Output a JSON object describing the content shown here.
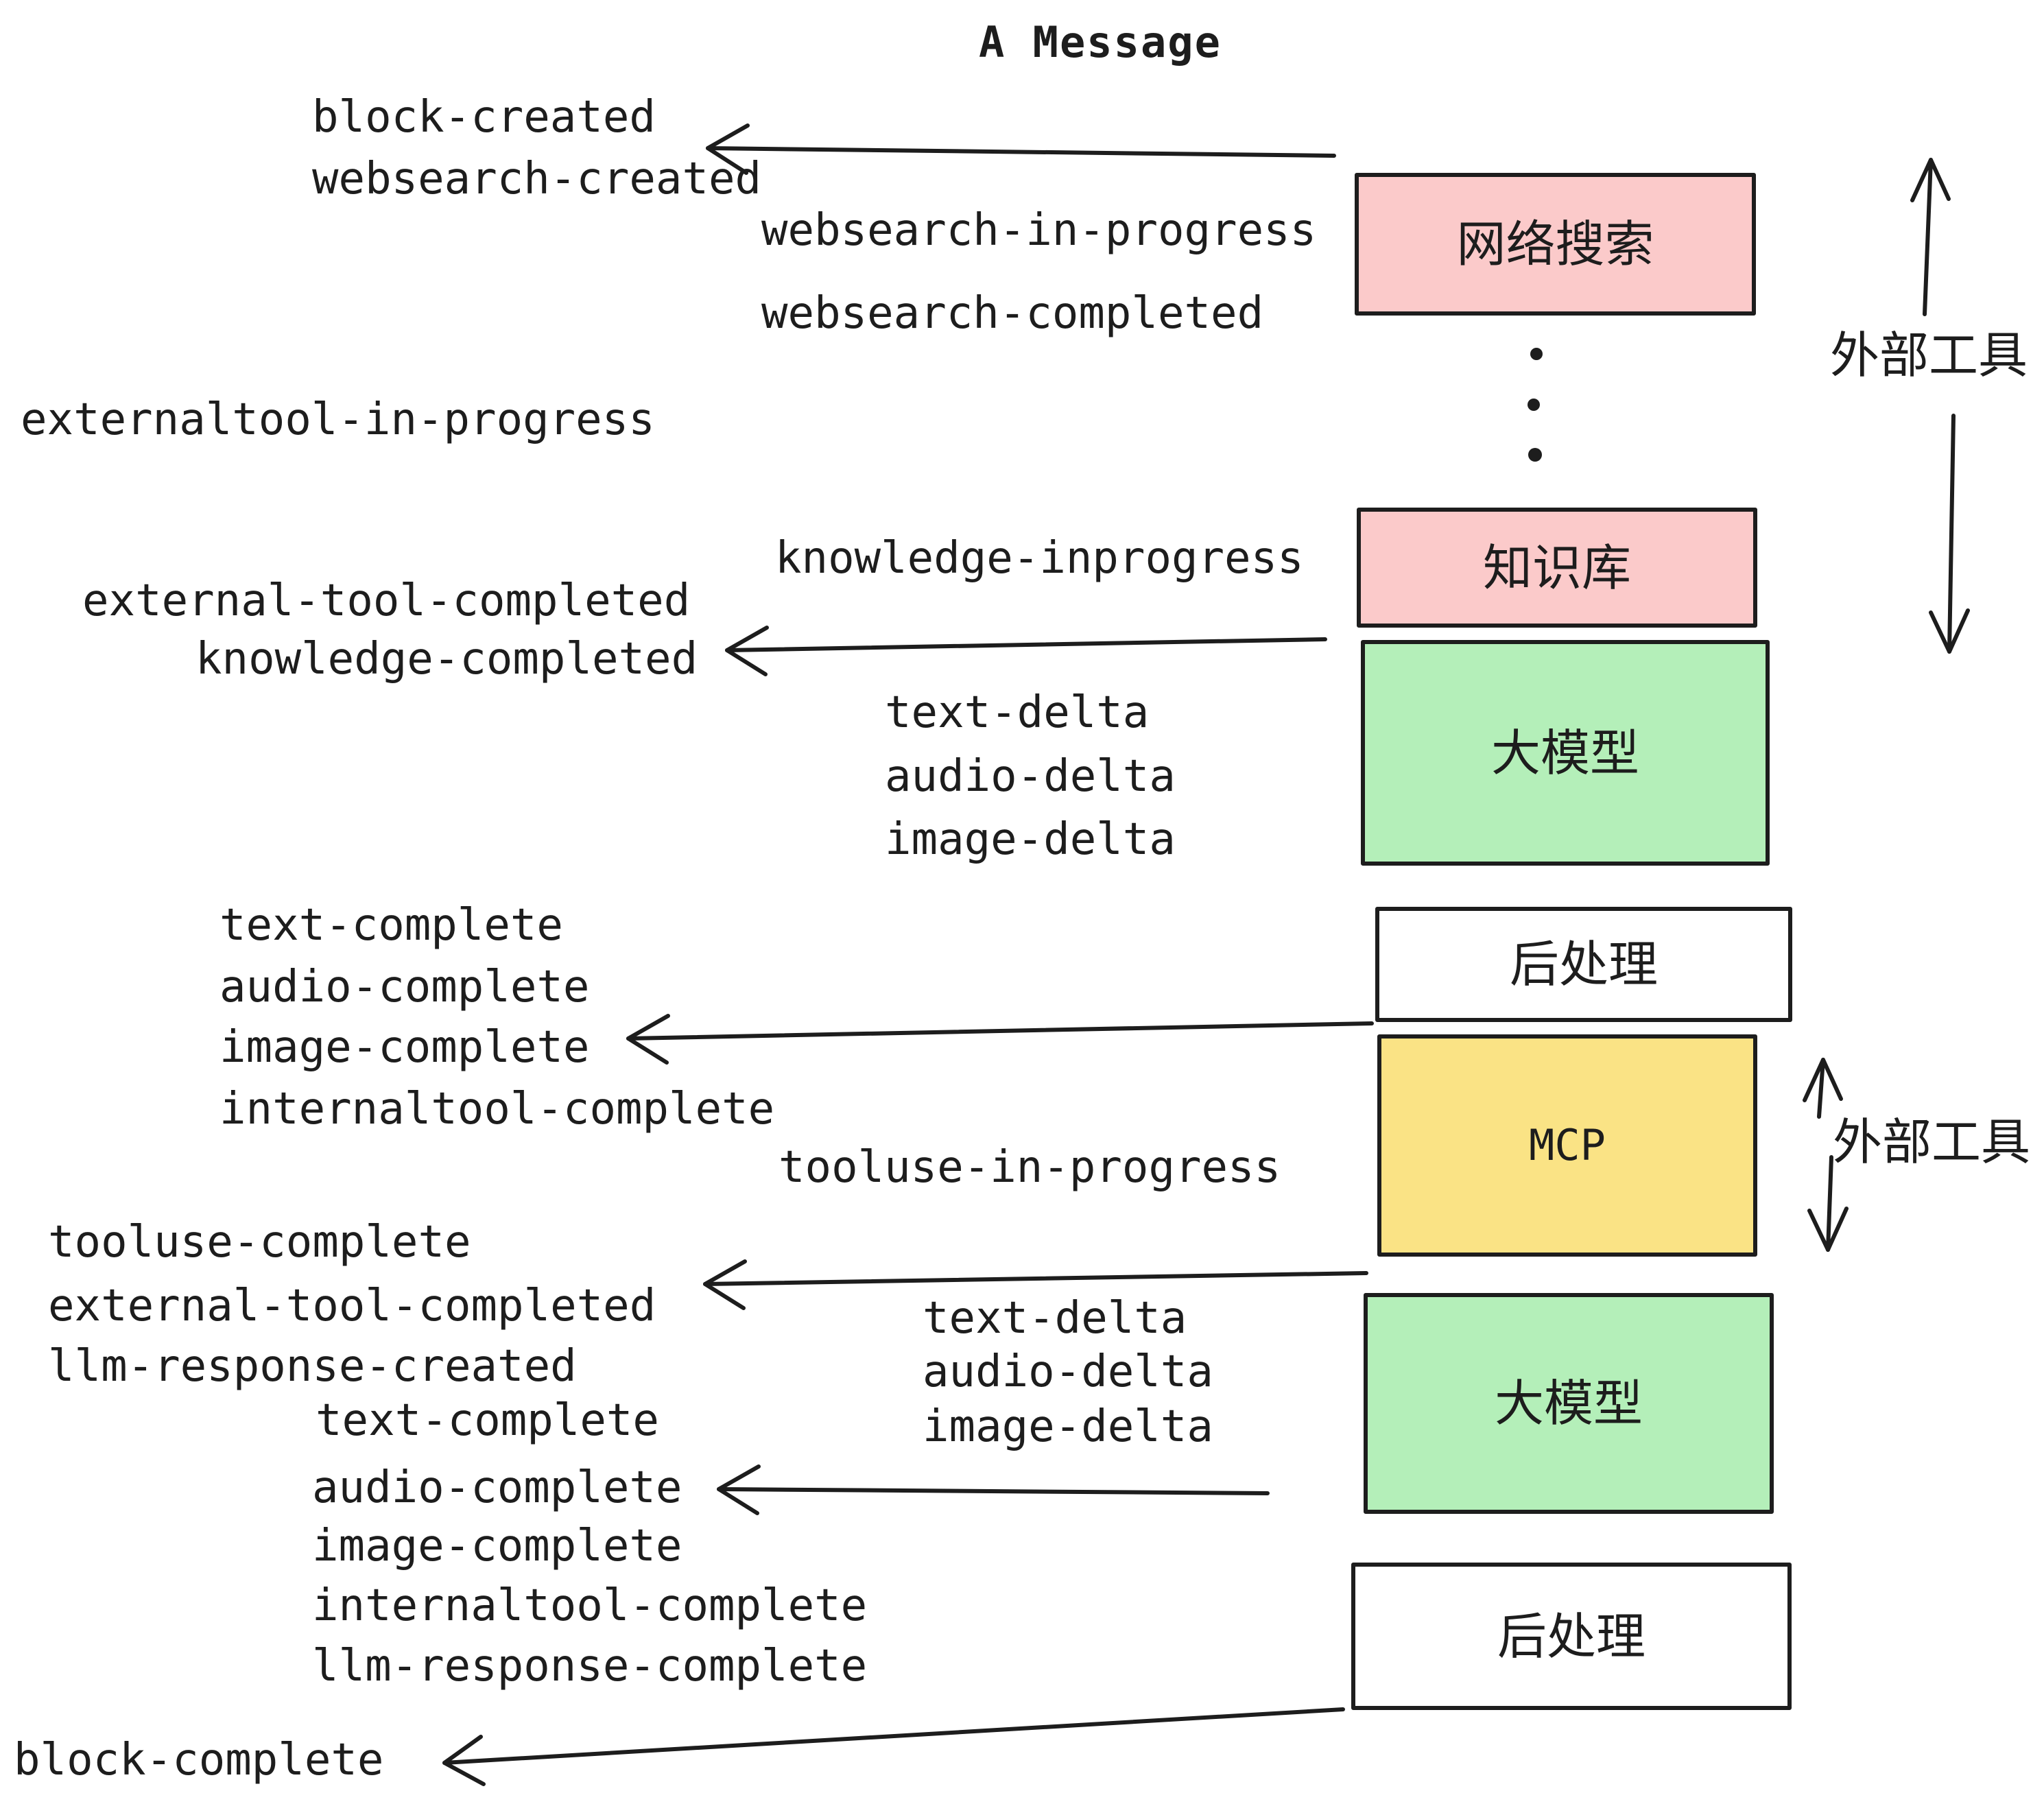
{
  "title": "A Message",
  "colors": {
    "ink": "#1d1d1d",
    "pink": "#fbcaca",
    "green": "#b4efb9",
    "yellow": "#fae385",
    "paper": "#ffffff"
  },
  "boxes": {
    "websearch": {
      "label": "网络搜索",
      "color": "pink"
    },
    "knowledge": {
      "label": "知识库",
      "color": "pink"
    },
    "llm_top": {
      "label": "大模型",
      "color": "green"
    },
    "post_top": {
      "label": "后处理",
      "color": "white"
    },
    "mcp": {
      "label": "MCP",
      "color": "yellow"
    },
    "llm_bottom": {
      "label": "大模型",
      "color": "green"
    },
    "post_bottom": {
      "label": "后处理",
      "color": "white"
    }
  },
  "side_labels": {
    "external_tools_top": "外部工具",
    "external_tools_mcp": "外部工具"
  },
  "events": {
    "block_created": "block-created",
    "websearch_created": "websearch-created",
    "websearch_in_progress": "websearch-in-progress",
    "websearch_completed": "websearch-completed",
    "externaltool_in_progress": "externaltool-in-progress",
    "knowledge_inprogress": "knowledge-inprogress",
    "external_tool_completed_1": "external-tool-completed",
    "knowledge_completed": "knowledge-completed",
    "text_delta_1": "text-delta",
    "audio_delta_1": "audio-delta",
    "image_delta_1": "image-delta",
    "text_complete_1": "text-complete",
    "audio_complete_1": "audio-complete",
    "image_complete_1": "image-complete",
    "internaltool_complete_1": "internaltool-complete",
    "tooluse_in_progress": "tooluse-in-progress",
    "tooluse_complete": "tooluse-complete",
    "external_tool_completed_2": "external-tool-completed",
    "llm_response_created": "llm-response-created",
    "text_delta_2": "text-delta",
    "audio_delta_2": "audio-delta",
    "image_delta_2": "image-delta",
    "text_complete_2": "text-complete",
    "audio_complete_2": "audio-complete",
    "image_complete_2": "image-complete",
    "internaltool_complete_2": "internaltool-complete",
    "llm_response_complete": "llm-response-complete",
    "block_complete": "block-complete"
  }
}
